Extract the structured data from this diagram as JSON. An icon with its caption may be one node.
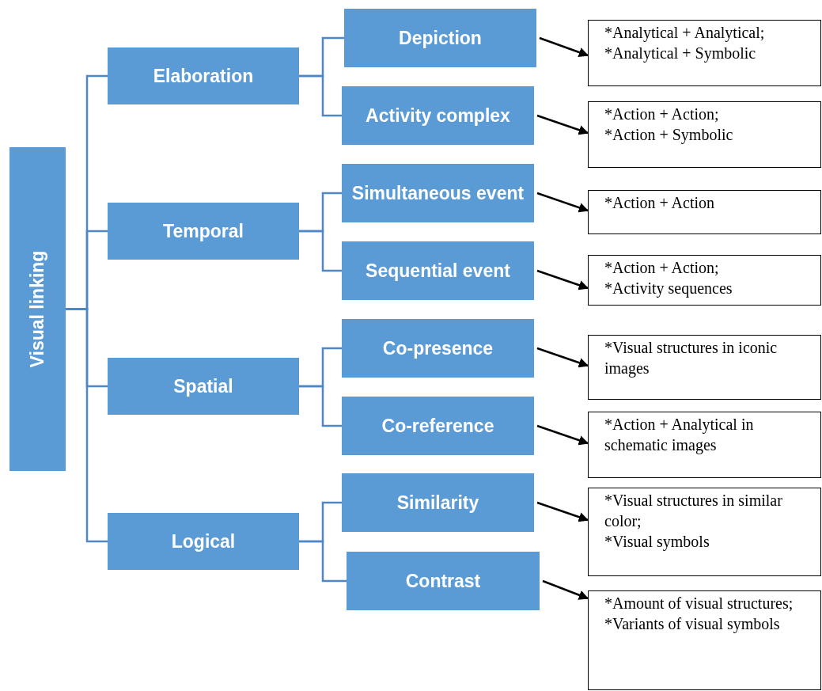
{
  "diagram": {
    "nodes": [
      {
        "text": [
          "Visual linking"
        ]
      },
      {
        "text": [
          "Elaboration"
        ]
      },
      {
        "text": [
          "Depiction"
        ]
      },
      {
        "text": [
          "Activity complex"
        ]
      },
      {
        "text": [
          "Temporal"
        ]
      },
      {
        "text": [
          "Simultaneous event"
        ]
      },
      {
        "text": [
          "Sequential event"
        ]
      },
      {
        "text": [
          "Spatial"
        ]
      },
      {
        "text": [
          "Co-presence"
        ]
      },
      {
        "text": [
          "Co-reference"
        ]
      },
      {
        "text": [
          "Logical"
        ]
      },
      {
        "text": [
          "Similarity"
        ]
      },
      {
        "text": [
          "Contrast"
        ]
      },
      {
        "text": [
          "*Analytical + Analytical;",
          "*Analytical + Symbolic"
        ]
      },
      {
        "text": [
          "*Action + Action;",
          "*Action + Symbolic"
        ]
      },
      {
        "text": [
          "*Action + Action"
        ]
      },
      {
        "text": [
          "*Action + Action;",
          "*Activity sequences"
        ]
      },
      {
        "text": [
          "*Visual structures in iconic images"
        ]
      },
      {
        "text": [
          "*Action + Analytical in schematic images"
        ]
      },
      {
        "text": [
          "*Visual structures in similar color;",
          "*Visual symbols"
        ]
      },
      {
        "text": [
          "*Amount of visual structures;",
          "*Variants of visual symbols"
        ]
      }
    ],
    "edges": [
      {
        "from": 0,
        "to": 1,
        "arrow": "none"
      },
      {
        "from": 0,
        "to": 4,
        "arrow": "none"
      },
      {
        "from": 0,
        "to": 7,
        "arrow": "none"
      },
      {
        "from": 0,
        "to": 10,
        "arrow": "none"
      },
      {
        "from": 1,
        "to": 2,
        "arrow": "none"
      },
      {
        "from": 1,
        "to": 3,
        "arrow": "none"
      },
      {
        "from": 4,
        "to": 5,
        "arrow": "none"
      },
      {
        "from": 4,
        "to": 6,
        "arrow": "none"
      },
      {
        "from": 7,
        "to": 8,
        "arrow": "none"
      },
      {
        "from": 7,
        "to": 9,
        "arrow": "none"
      },
      {
        "from": 10,
        "to": 11,
        "arrow": "none"
      },
      {
        "from": 10,
        "to": 12,
        "arrow": "none"
      },
      {
        "from": 2,
        "to": 13,
        "arrow": "to",
        "color": "#000000"
      },
      {
        "from": 3,
        "to": 14,
        "arrow": "to",
        "color": "#000000"
      },
      {
        "from": 5,
        "to": 15,
        "arrow": "to",
        "color": "#000000"
      },
      {
        "from": 6,
        "to": 16,
        "arrow": "to",
        "color": "#000000"
      },
      {
        "from": 8,
        "to": 17,
        "arrow": "to",
        "color": "#000000"
      },
      {
        "from": 9,
        "to": 18,
        "arrow": "to",
        "color": "#000000"
      },
      {
        "from": 11,
        "to": 19,
        "arrow": "to",
        "color": "#000000"
      },
      {
        "from": 12,
        "to": 20,
        "arrow": "to",
        "color": "#000000"
      }
    ]
  }
}
